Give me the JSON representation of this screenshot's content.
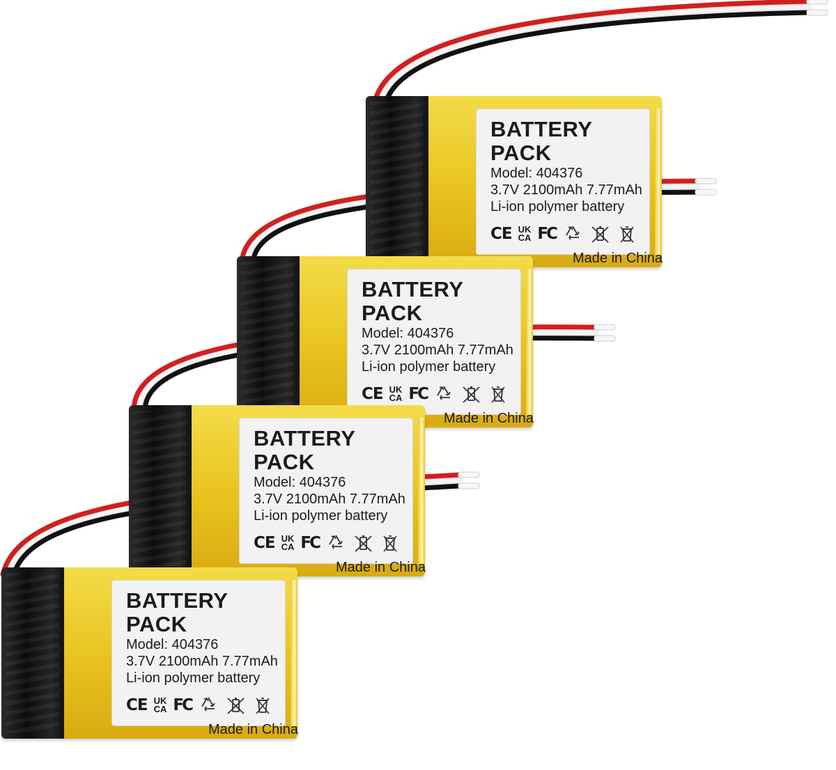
{
  "batteries": [
    {
      "title": "BATTERY PACK",
      "model": "Model: 404376",
      "spec": "3.7V 2100mAh 7.77mAh",
      "type": "Li-ion polymer battery",
      "mark_ce": "CE",
      "mark_uk": "UK",
      "mark_ca": "CA",
      "mark_fc": "FC",
      "made": "Made in China"
    },
    {
      "title": "BATTERY PACK",
      "model": "Model: 404376",
      "spec": "3.7V 2100mAh 7.77mAh",
      "type": "Li-ion polymer battery",
      "mark_ce": "CE",
      "mark_uk": "UK",
      "mark_ca": "CA",
      "mark_fc": "FC",
      "made": "Made in China"
    },
    {
      "title": "BATTERY PACK",
      "model": "Model: 404376",
      "spec": "3.7V 2100mAh 7.77mAh",
      "type": "Li-ion polymer battery",
      "mark_ce": "CE",
      "mark_uk": "UK",
      "mark_ca": "CA",
      "mark_fc": "FC",
      "made": "Made in China"
    },
    {
      "title": "BATTERY PACK",
      "model": "Model: 404376",
      "spec": "3.7V 2100mAh 7.77mAh",
      "type": "Li-ion polymer battery",
      "mark_ce": "CE",
      "mark_uk": "UK",
      "mark_ca": "CA",
      "mark_fc": "FC",
      "made": "Made in China"
    }
  ],
  "colors": {
    "casing": "#e8c21d",
    "edge": "#111111",
    "label": "#f2f2f2",
    "wire_red": "#d11f1f",
    "wire_black": "#111111",
    "wire_white": "#f4f4f4"
  }
}
